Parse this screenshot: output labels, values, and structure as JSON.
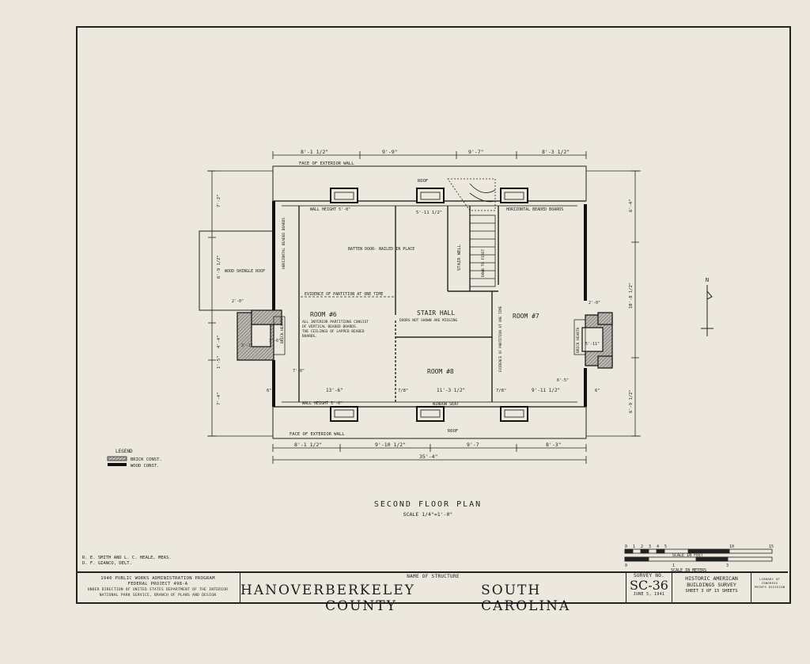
{
  "drawing": {
    "title": "SECOND FLOOR PLAN",
    "scale_note": "SCALE 1/4\"=1'-0\"",
    "rooms": {
      "room6": "ROOM #6",
      "room7": "ROOM #7",
      "room8": "ROOM #8",
      "stair_hall": "STAIR HALL",
      "stair_well": "STAIR WELL",
      "down_to_first": "DOWN TO FIRST"
    },
    "notes": {
      "face_top": "FACE OF EXTERIOR WALL",
      "face_bottom": "FACE OF EXTERIOR WALL",
      "roof_top": "ROOF",
      "roof_bottom": "ROOF",
      "wall_height_top": "WALL HEIGHT 5'-0\"",
      "wall_height_bottom": "WALL HEIGHT 5'-0\"",
      "horizontal_boards_right": "HORIZONTAL BEADED BOARDS",
      "horizontal_boards_left": "HORIZONTAL BEADED BOARDS",
      "batten_doors": "BATTEN DOOR- NAILED IN PLACE",
      "evidence_partition": "EVIDENCE OF PARTITION AT ONE TIME",
      "interior_partitions_1": "ALL INTERIOR PARTITIONS CONSIST",
      "interior_partitions_2": "OF VERTICAL BEADED BOARDS.",
      "interior_partitions_3": "THE CEILINGS OF LAPPED BEADED",
      "interior_partitions_4": "BOARDS.",
      "doors_missing": "DOORS NOT SHOWN ARE MISSING",
      "window_seat": "WINDOW SEAT",
      "wood_shingle_roof": "WOOD SHINGLE ROOF",
      "brick_hearth_left": "BRICK HEARTH",
      "brick_hearth_right": "BRICK HEARTH",
      "evidence_partition_right": "EVIDENCE OF PARTITION AT ONE TIME"
    },
    "dims": {
      "top_1": "8'-1 1/2\"",
      "top_2": "9'-9\"",
      "top_3": "9'-7\"",
      "top_4": "8'-3 1/2\"",
      "bottom_1": "8'-1 1/2\"",
      "bottom_2": "9'-10 1/2\"",
      "bottom_3": "9'-7",
      "bottom_4": "8'-3\"",
      "bottom_total": "35'-4\"",
      "left_1": "7'-2\"",
      "left_2": "6'-9 1/2\"",
      "left_3": "4'-4\"",
      "left_4": "1'-5\"",
      "left_5": "7'-4\"",
      "right_1": "6'-4\"",
      "right_2": "10'-8 1/2\"",
      "right_3": "6'-9 1/2\"",
      "room6_w": "13'-6\"",
      "room8_w": "11'-3 1/2\"",
      "room7_w": "9'-11 1/2\"",
      "stair_w": "5'-11 1/2\"",
      "inch6_l": "6\"",
      "inch6_r": "6\"",
      "seven8_a": "7/8\"",
      "seven8_b": "7/8\"",
      "fire_l": "2'-0\"",
      "fire_r": "2'-0\"",
      "hearth_l": "3'-6\"",
      "hearth_r": "5'-11\"",
      "side_a": "3'-1\"",
      "side_b": "7'-0\"",
      "side_c": "6'-5\""
    },
    "compass_label": "N"
  },
  "legend": {
    "title": "LEGEND",
    "brick": "BRICK CONST.",
    "wood": "WOOD CONST."
  },
  "scale_bar": {
    "feet_ticks": [
      "0",
      "1",
      "2",
      "3",
      "4",
      "5",
      "10",
      "15"
    ],
    "feet_label": "SCALE IN FEET",
    "meter_ticks": [
      "0",
      "1",
      "3"
    ],
    "meter_label": "SCALE IN METERS"
  },
  "credits": {
    "line1": "R. E. SMITH AND L. C. HEALE, MEAS.",
    "line2": "D. F. GIANCO, DELT."
  },
  "title_block": {
    "program_1": "1940 PUBLIC WORKS ADMINISTRATION PROGRAM",
    "program_2": "FEDERAL PROJECT 498-A",
    "program_3": "UNDER DIRECTION OF UNITED STATES DEPARTMENT OF THE INTERIOR",
    "program_4": "NATIONAL PARK SERVICE, BRANCH OF PLANS AND DESIGN",
    "name_label": "NAME OF STRUCTURE",
    "name_1": "HANOVER",
    "name_2": "BERKELEY COUNTY",
    "name_3": "SOUTH CAROLINA",
    "survey_label": "SURVEY NO.",
    "survey_no": "SC-36",
    "date": "JUNE 5, 1941",
    "habs_1": "HISTORIC AMERICAN",
    "habs_2": "BUILDINGS SURVEY",
    "sheet": "SHEET 3 OF 15 SHEETS",
    "library_1": "LIBRARY OF CONGRESS",
    "library_2": "PRINTS DIVISION"
  },
  "colors": {
    "ink": "#1c1c1c",
    "paper": "#ece8dd",
    "brick_hatch": "#8a8a8a"
  }
}
